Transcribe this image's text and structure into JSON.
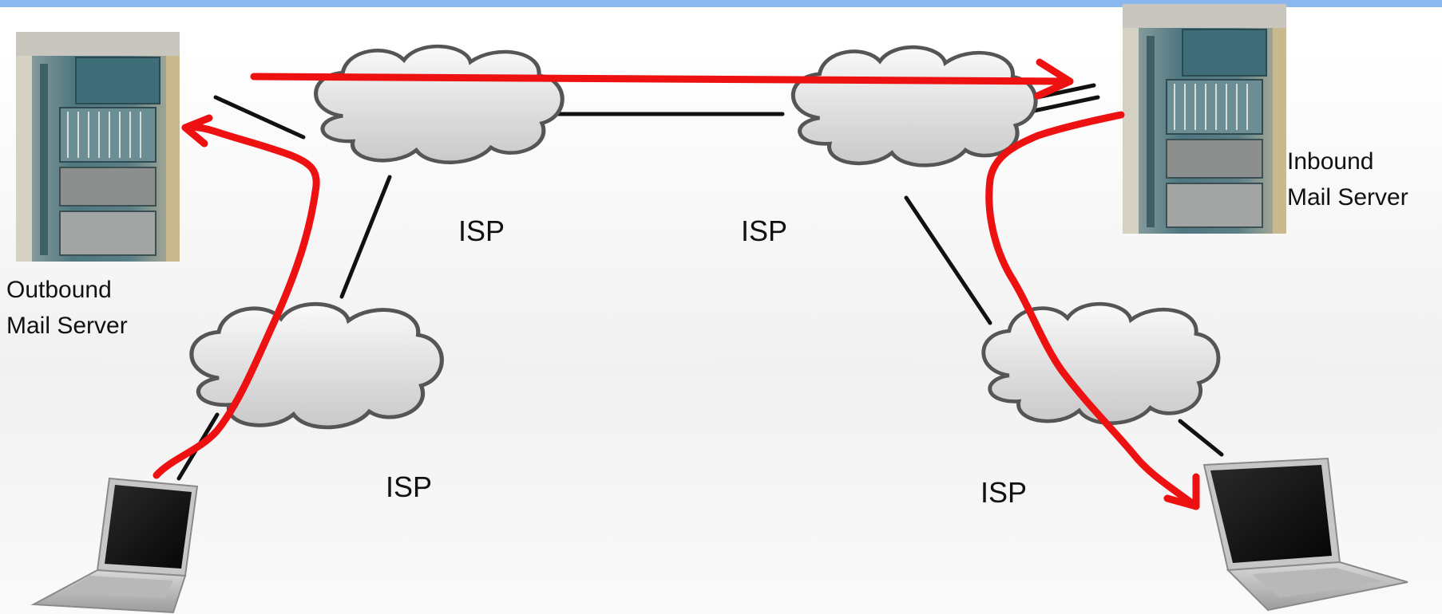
{
  "diagram": {
    "isp_labels": {
      "top_left": "ISP",
      "top_right": "ISP",
      "bottom_left": "ISP",
      "bottom_right": "ISP"
    },
    "outbound_server": {
      "line1": "Outbound",
      "line2": "Mail Server"
    },
    "inbound_server": {
      "line1": "Inbound",
      "line2": "Mail Server"
    },
    "colors": {
      "top_bar": "#8ab8ee",
      "mail_path": "#ee1111",
      "links": "#111111",
      "cloud_fill": "#e4e4e4",
      "cloud_stroke": "#555555"
    },
    "icons": [
      "cloud-icon",
      "server-rack-icon",
      "laptop-icon",
      "arrow-icon"
    ]
  }
}
